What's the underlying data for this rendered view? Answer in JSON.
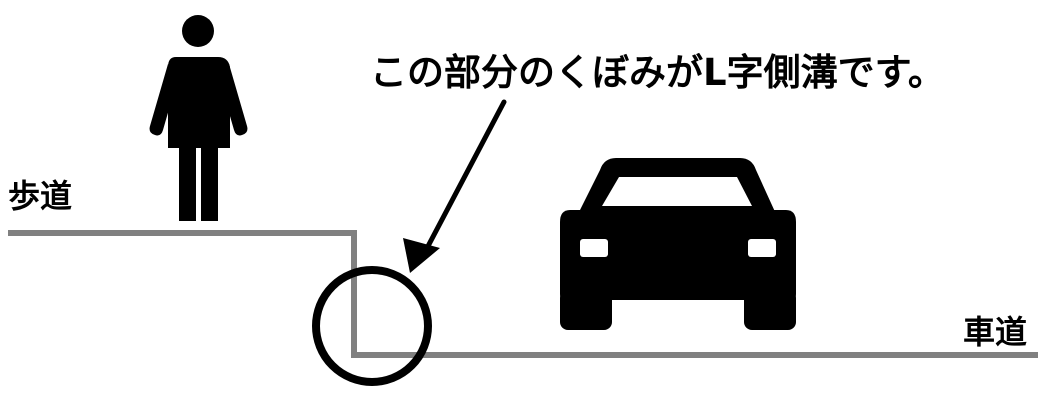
{
  "callout": "この部分のくぼみがL字側溝です。",
  "labels": {
    "sidewalk": "歩道",
    "roadway": "車道"
  },
  "colors": {
    "road_line": "#808080",
    "ink": "#000000",
    "background": "#ffffff"
  },
  "icons": {
    "person": "person-icon",
    "car": "car-icon",
    "highlight": "circle-highlight",
    "arrow": "arrow-icon"
  }
}
